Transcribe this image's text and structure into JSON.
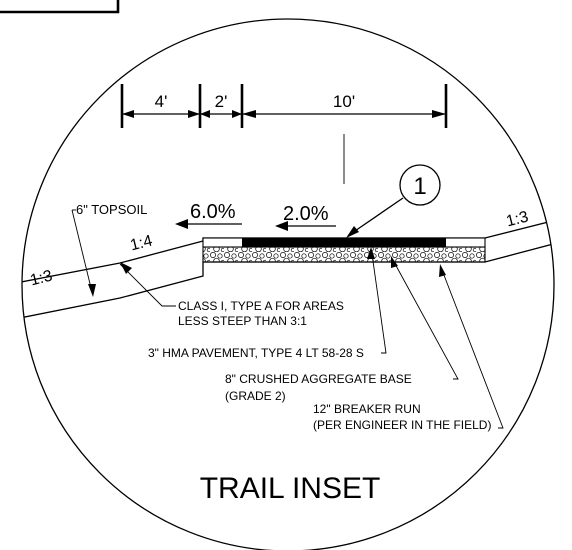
{
  "dimensions": {
    "left_width": "4'",
    "mid_width": "2'",
    "pavement_width": "10'"
  },
  "slopes": {
    "shoulder_pct": "6.0%",
    "trail_pct": "2.0%",
    "fore_slope": "1:4",
    "back_slope": "1:3",
    "right_slope": "1:3"
  },
  "callout": {
    "number": "1"
  },
  "notes": {
    "topsoil": "6\" TOPSOIL",
    "class_line1": "CLASS I, TYPE A FOR AREAS",
    "class_line2": "LESS STEEP THAN 3:1",
    "hma": "3\" HMA PAVEMENT, TYPE 4 LT 58-28 S",
    "aggregate_line1": "8\" CRUSHED AGGREGATE BASE",
    "aggregate_line2": "(GRADE 2)",
    "breaker_line1": "12\"  BREAKER RUN",
    "breaker_line2": "(PER ENGINEER IN THE FIELD)"
  },
  "title": "TRAIL INSET"
}
